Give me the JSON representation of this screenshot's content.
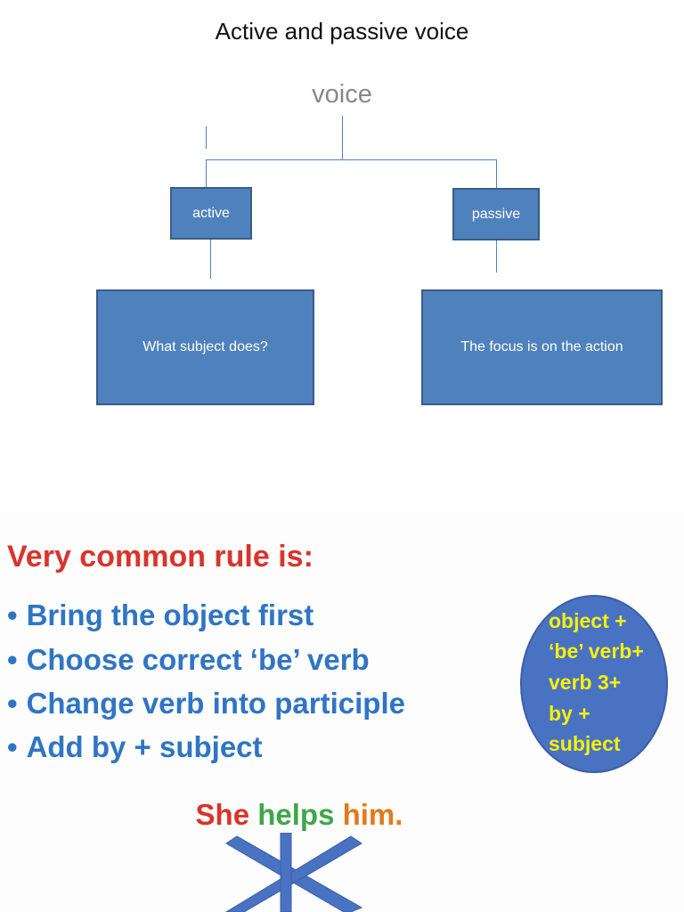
{
  "diagram": {
    "title": "Active and passive voice",
    "root": "voice",
    "nodes": {
      "active": "active",
      "passive": "passive",
      "active_desc": "What subject does?",
      "passive_desc": "The focus is on the action"
    }
  },
  "rule": {
    "heading": "Very common rule is:",
    "bullet_char": "•",
    "bullets": [
      "Bring the object first",
      "Choose correct ‘be’ verb",
      "Change verb into participle",
      "Add by + subject"
    ],
    "formula": [
      "object +",
      "‘be’ verb+",
      "verb 3+",
      "by +",
      "subject"
    ],
    "example": {
      "subject": "She",
      "verb": "helps",
      "object": "him."
    }
  },
  "colors": {
    "box_fill": "#4f81bd",
    "heading_red": "#d9342b",
    "bullet_blue": "#2f75c4",
    "formula_yellow": "#f5f20a",
    "oval_blue": "#4a72c2",
    "example_green": "#3fa74a",
    "example_orange": "#e27a1a"
  }
}
